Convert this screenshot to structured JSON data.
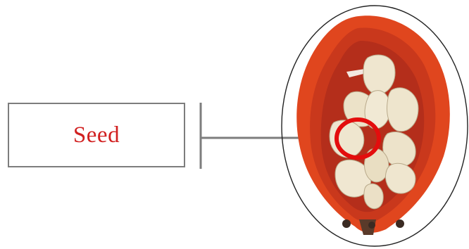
{
  "label": {
    "text": "Seed",
    "color": "#d11f1f"
  },
  "colors": {
    "outline": "#7d7d7d",
    "highlight": "#e30d0d",
    "fruit_wall": "#e0461e",
    "fruit_wall_dark": "#b9321a",
    "seed": "#efe6cf",
    "seed_shade": "#cfc2a2"
  },
  "icons": {
    "highlight_marker": "circle-marker",
    "fruit": "rosehip-cross-section"
  }
}
